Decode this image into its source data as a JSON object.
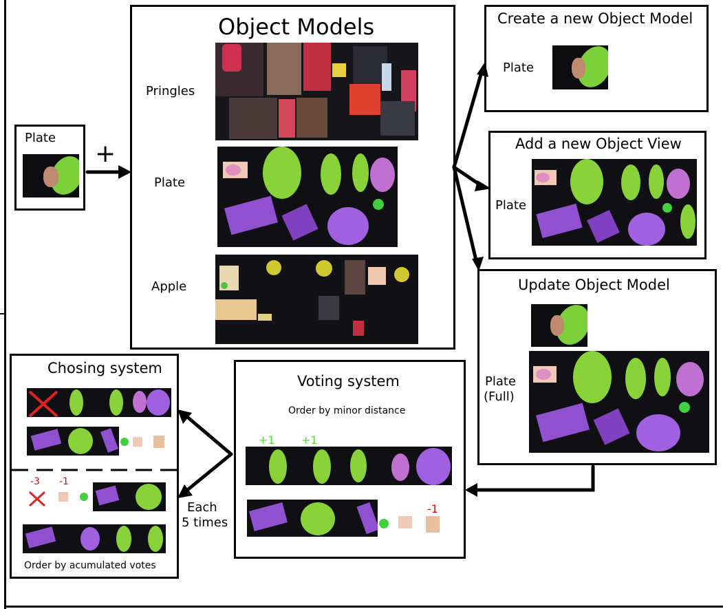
{
  "input": {
    "label": "Plate",
    "plus": "+"
  },
  "models": {
    "title": "Object Models",
    "rows": [
      {
        "label": "Pringles"
      },
      {
        "label": "Plate"
      },
      {
        "label": "Apple"
      }
    ]
  },
  "create": {
    "title": "Create a new Object Model",
    "label": "Plate"
  },
  "add": {
    "title": "Add a new Object View",
    "label": "Plate"
  },
  "update": {
    "title": "Update Object Model",
    "label_line1": "Plate",
    "label_line2": "(Full)"
  },
  "voting": {
    "title": "Voting system",
    "subtitle": "Order by minor distance",
    "vote_a": "+1",
    "vote_b": "+1",
    "vote_c": "-1"
  },
  "choosing": {
    "title": "Chosing system",
    "vote_a": "-3",
    "vote_b": "-1",
    "footer": "Order by acumulated votes"
  },
  "each": {
    "line1": "Each",
    "line2": "5 times"
  },
  "colors": {
    "frame": "#000000",
    "positive_vote": "#55dd33",
    "negative_vote": "#cc1111",
    "cross": "#e02222"
  }
}
